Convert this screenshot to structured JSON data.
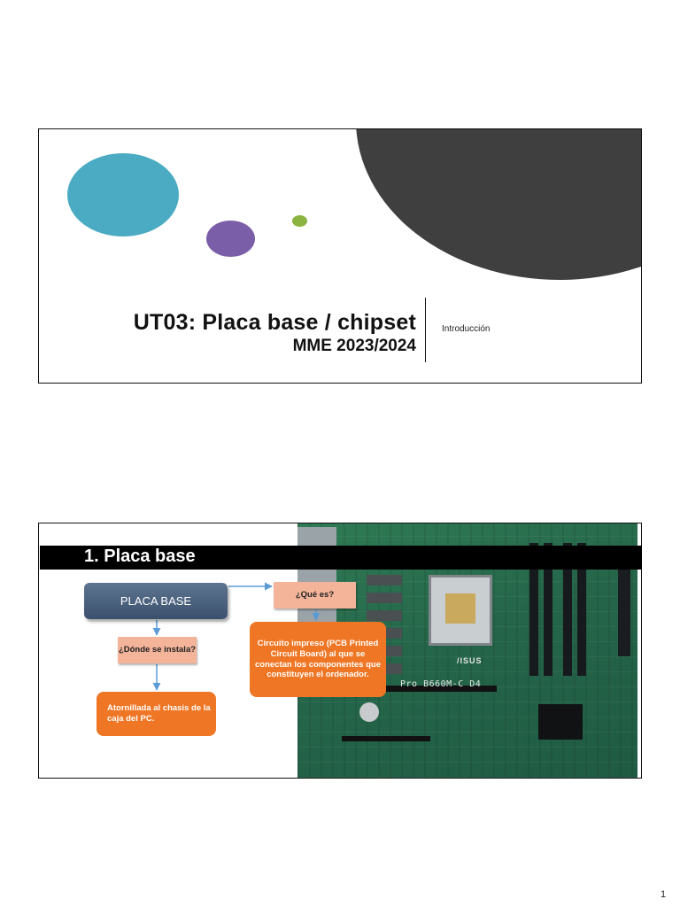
{
  "slide1": {
    "title": "UT03: Placa base / chipset",
    "subtitle": "MME 2023/2024",
    "section_label": "Introducción"
  },
  "slide2": {
    "heading": "1. Placa base",
    "diagram": {
      "main_box": "PLACA BASE",
      "question_what": "¿Qué es?",
      "answer_what": "Circuito impreso (PCB Printed Circuit  Board) al que se conectan los componentes que constituyen el ordenador.",
      "question_where": "¿Dónde se instala?",
      "answer_where": "Atornillada al chasis de la caja del PC."
    },
    "image": {
      "logo_text": "/ISUS",
      "model_text": "Pro B660M-C D4"
    }
  },
  "page_number": "1",
  "colors": {
    "teal_circle": "#4aabc3",
    "purple_circle": "#7b5ea8",
    "green_circle": "#8cb440",
    "dark_shape": "#3f3f3f",
    "orange_box": "#ef7624",
    "salmon_box": "#f4b49a",
    "main_box": "#3a506c",
    "arrow": "#5b9bd5"
  }
}
